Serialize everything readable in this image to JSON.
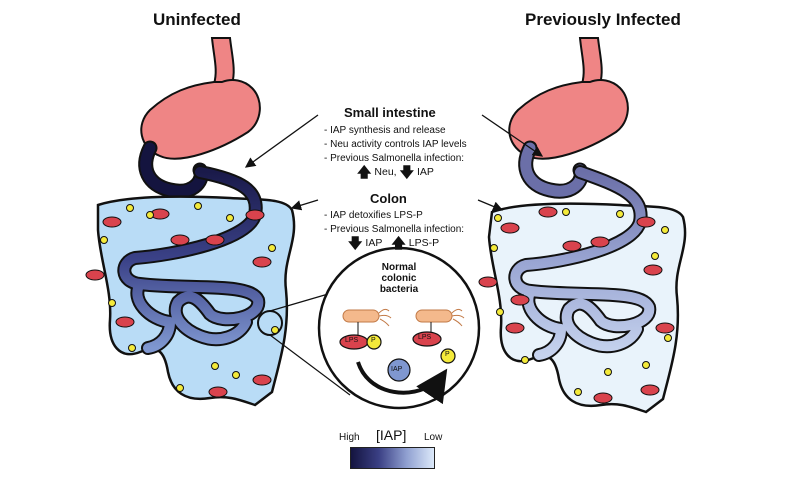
{
  "titles": {
    "left": "Uninfected",
    "right": "Previously Infected"
  },
  "small_intestine": {
    "heading": "Small intestine",
    "bullets": [
      "- IAP synthesis and release",
      "- Neu activity controls IAP levels",
      "- Previous Salmonella infection:"
    ],
    "changes": {
      "up": "Neu,",
      "down": "IAP"
    }
  },
  "colon": {
    "heading": "Colon",
    "bullets": [
      "- IAP detoxifies LPS-P",
      "- Previous Salmonella infection:"
    ],
    "changes": {
      "down": "IAP",
      "up": "LPS-P"
    }
  },
  "zoom": {
    "label_lines": [
      "Normal",
      "colonic",
      "bacteria"
    ],
    "lps": "LPS",
    "p": "P",
    "iap": "IAP"
  },
  "legend": {
    "title": "[IAP]",
    "high": "High",
    "low": "Low"
  },
  "icons": {
    "up": "up-arrow-icon",
    "down": "down-arrow-icon"
  },
  "colors": {
    "stomach": "#ef8585",
    "iap_high": "#14143f",
    "iap_low": "#dce9fa",
    "colon_left": "#b9dcf6",
    "colon_right": "#e9f3fb",
    "lps": "#d9434d",
    "phosphate": "#f4ea3a"
  }
}
